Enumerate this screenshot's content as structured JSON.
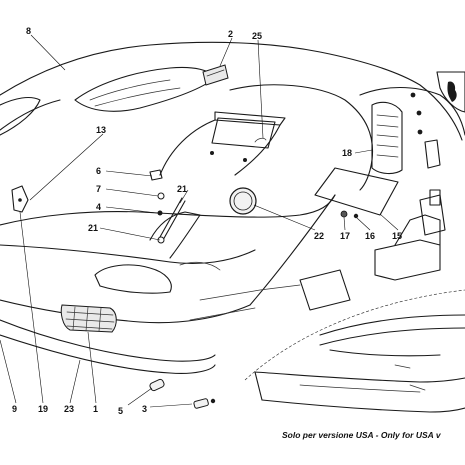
{
  "diagram": {
    "callouts": [
      {
        "id": "c8",
        "label": "8"
      },
      {
        "id": "c2",
        "label": "2"
      },
      {
        "id": "c25",
        "label": "25"
      },
      {
        "id": "c13",
        "label": "13"
      },
      {
        "id": "c6",
        "label": "6"
      },
      {
        "id": "c7",
        "label": "7"
      },
      {
        "id": "c4",
        "label": "4"
      },
      {
        "id": "c21a",
        "label": "21"
      },
      {
        "id": "c21b",
        "label": "21"
      },
      {
        "id": "c22",
        "label": "22"
      },
      {
        "id": "c18",
        "label": "18"
      },
      {
        "id": "c17",
        "label": "17"
      },
      {
        "id": "c16",
        "label": "16"
      },
      {
        "id": "c15",
        "label": "15"
      },
      {
        "id": "c9",
        "label": "9"
      },
      {
        "id": "c19",
        "label": "19"
      },
      {
        "id": "c23",
        "label": "23"
      },
      {
        "id": "c1",
        "label": "1"
      },
      {
        "id": "c5",
        "label": "5"
      },
      {
        "id": "c3",
        "label": "3"
      }
    ],
    "note": "Solo per versione USA - Only for USA v"
  }
}
